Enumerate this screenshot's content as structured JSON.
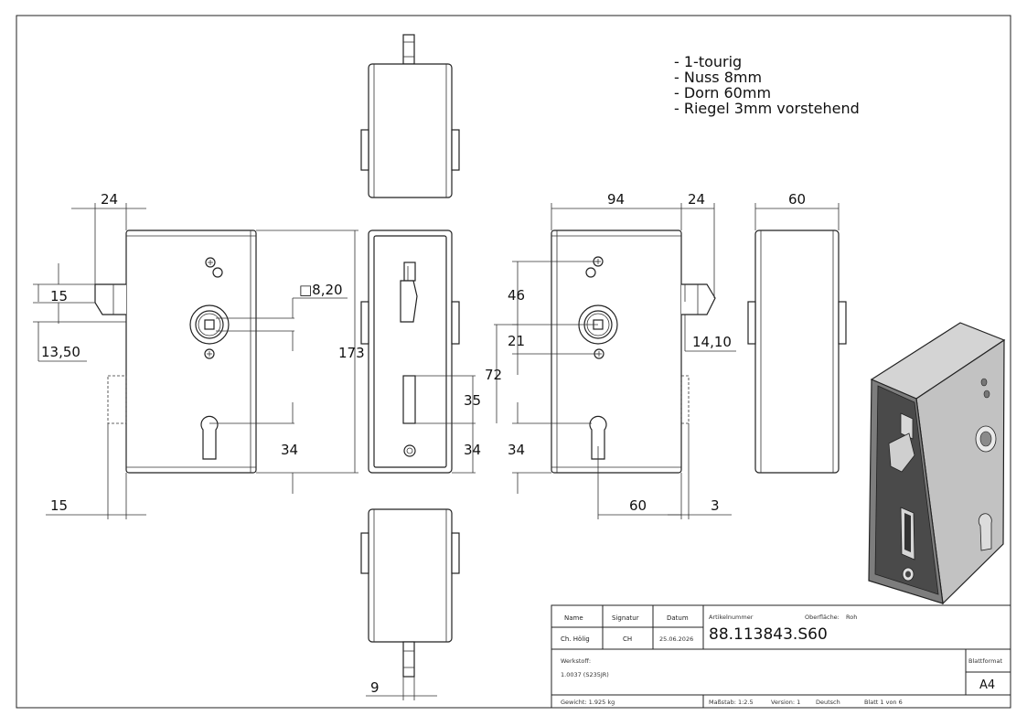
{
  "notes": [
    "- 1-tourig",
    "- Nuss 8mm",
    "- Dorn 60mm",
    "- Riegel 3mm vorstehend"
  ],
  "dimensions": {
    "left_top_24": "24",
    "left_15": "15",
    "left_13_50": "13,50",
    "left_bottom_15": "15",
    "square_8_20": "□8,20",
    "height_173": "173",
    "left_34": "34",
    "side_35": "35",
    "side_34": "34",
    "right_94": "94",
    "right_24": "24",
    "right_46": "46",
    "right_21": "21",
    "right_72": "72",
    "right_14_10": "14,10",
    "right_34": "34",
    "right_60": "60",
    "right_3": "3",
    "far_60": "60",
    "bottom_9": "9"
  },
  "title_block": {
    "name_label": "Name",
    "signatur_label": "Signatur",
    "datum_label": "Datum",
    "name_value": "Ch. Hölig",
    "signatur_value": "CH",
    "datum_value": "25.06.2026",
    "artikelnummer_label": "Artikelnummer",
    "oberflaeche_label": "Oberfläche:",
    "oberflaeche_value": "Roh",
    "article_number": "88.113843.S60",
    "werkstoff_label": "Werkstoff:",
    "werkstoff_value": "1.0037 (S235JR)",
    "blattformat_label": "Blattformat",
    "blattformat_value": "A4",
    "gewicht": "Gewicht: 1.925 kg",
    "massstab": "Maßstab: 1:2.5",
    "version": "Version: 1",
    "sprache": "Deutsch",
    "blatt": "Blatt 1 von 6"
  }
}
